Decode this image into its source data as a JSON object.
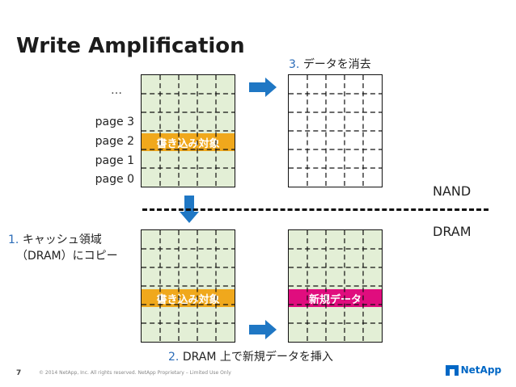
{
  "title": "Write Amplification",
  "ellipsis": "…",
  "pages": [
    "page 3",
    "page 2",
    "page 1",
    "page 0"
  ],
  "write_target_label": "書き込み対象",
  "new_data_label": "新規データ",
  "steps": {
    "step1_num": "1.",
    "step1_line1": "キャッシュ領域",
    "step1_line2": "（DRAM）にコピー",
    "step2_num": "2.",
    "step2_text": "DRAM 上で新規データを挿入",
    "step3_num": "3.",
    "step3_text": "データを消去"
  },
  "areas": {
    "nand": "NAND",
    "dram": "DRAM"
  },
  "footer": {
    "slide_number": "7",
    "copyright": "© 2014 NetApp, Inc. All rights reserved. NetApp Proprietary – Limited Use Only",
    "logo_text": "NetApp"
  },
  "colors": {
    "grid_green": "#e3efd6",
    "orange": "#f0a81c",
    "magenta": "#e00d7e",
    "arrow_blue": "#1f77c4",
    "step_number_blue": "#2b6cb8"
  }
}
